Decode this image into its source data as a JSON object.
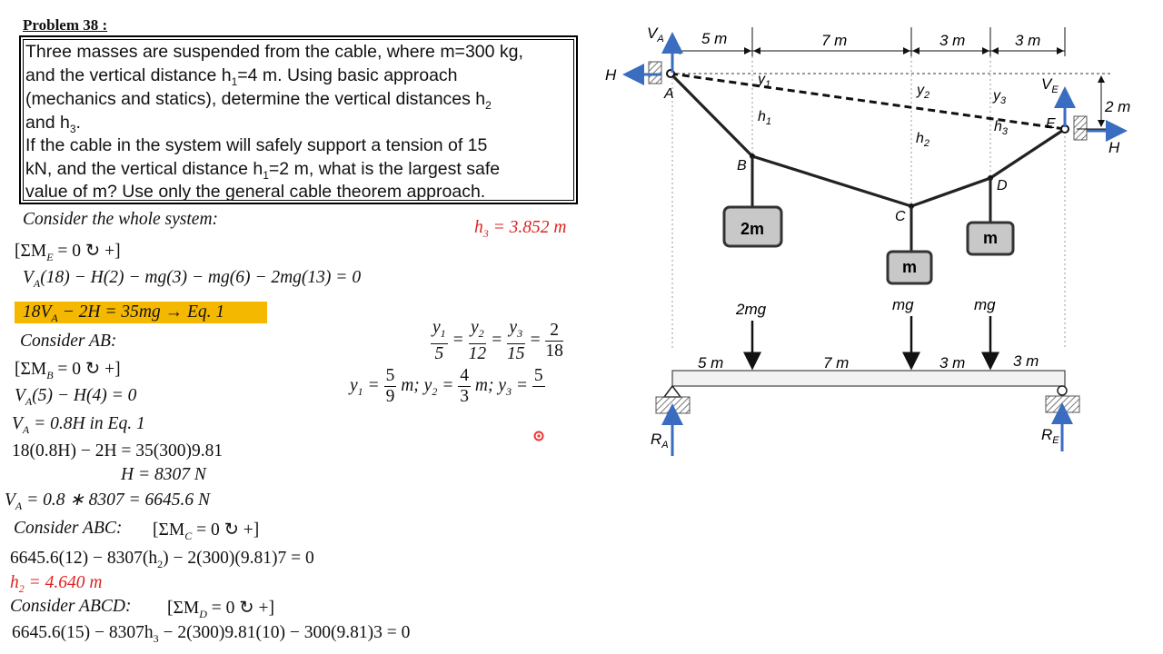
{
  "problem": {
    "title": "Problem 38 :",
    "lines": [
      "Three masses are suspended from the cable, where m=300 kg,",
      "and the vertical distance h",
      "=4 m. Using basic approach",
      "(mechanics and statics), determine the vertical distances h",
      "and h",
      "If the cable in the system will safely support a tension of 15",
      "kN, and the vertical distance h",
      "=2 m, what is the largest safe",
      "value of m? Use only the general cable theorem approach."
    ],
    "sub1": "1",
    "sub2": "2",
    "sub3": "3"
  },
  "solution": {
    "whole_system": "Consider the whole system:",
    "sum_me": "[ΣM",
    "sum_me_sub": "E",
    "sum_me_rest": " = 0  ↻ +]",
    "eq_whole": "(18) − H(2) − mg(3) − mg(6) − 2mg(13) = 0",
    "eq1": "18V",
    "eq1_rest": " − 2H = 35mg  → Eq. 1",
    "consider_ab": "Consider AB:",
    "sum_mb": "[ΣM",
    "sum_mb_sub": "B",
    "sum_mb_rest": " = 0  ↻ +]",
    "eq_ab": "(5) − H(4) = 0",
    "va_08h": " = 0.8H in Eq. 1",
    "eq_sub": "18(0.8H) − 2H = 35(300)9.81",
    "h_val": "H = 8307 N",
    "va_val": " = 0.8 ∗ 8307 = 6645.6 N",
    "consider_abc": "Consider ABC:",
    "sum_mc": "[ΣM",
    "sum_mc_sub": "C",
    "sum_mc_rest": " = 0  ↻ +]",
    "eq_abc": "6645.6(12) − 8307(h",
    "eq_abc_rest": ") − 2(300)(9.81)7 = 0",
    "h2_result": " = 4.640 m",
    "consider_abcd": "Consider ABCD:",
    "sum_md": "[ΣM",
    "sum_md_sub": "D",
    "sum_md_rest": " = 0  ↻ +]",
    "eq_abcd": "6645.6(15) − 8307h",
    "eq_abcd_rest": " − 2(300)9.81(10) − 300(9.81)3 = 0",
    "h3_result": " = 3.852 m",
    "V": "V",
    "A": "A",
    "h": "h",
    "y": "y",
    "frac_nums": [
      "1",
      "2",
      "3",
      "2"
    ],
    "frac_dens": [
      "5",
      "12",
      "15",
      "18"
    ],
    "y_vals": [
      "5",
      "9",
      "4",
      "3",
      "5"
    ],
    "y_units": "m;",
    "eqsign": "="
  },
  "diagram": {
    "labels": {
      "VA": "V",
      "VA_sub": "A",
      "VE": "V",
      "VE_sub": "E",
      "H_left": "H",
      "H_right": "H",
      "A": "A",
      "B": "B",
      "C": "C",
      "D": "D",
      "E": "E",
      "h1": "h",
      "h2": "h",
      "h3": "h",
      "y1": "y",
      "y2": "y",
      "y3": "y",
      "two_m_label": "2 m",
      "RA": "R",
      "RA_sub": "A",
      "RE": "R",
      "RE_sub": "E"
    },
    "top_dims": [
      "5 m",
      "7 m",
      "3 m",
      "3 m"
    ],
    "beam_dims": [
      "5 m",
      "7 m",
      "3 m",
      "3 m"
    ],
    "masses": [
      "2m",
      "m",
      "m"
    ],
    "loads": [
      "2mg",
      "mg",
      "mg"
    ]
  },
  "colors": {
    "arrow_blue": "#3a6cc0",
    "highlight": "#f5b800",
    "red_text": "#dd2222",
    "mass_fill": "#c8c8c8"
  }
}
